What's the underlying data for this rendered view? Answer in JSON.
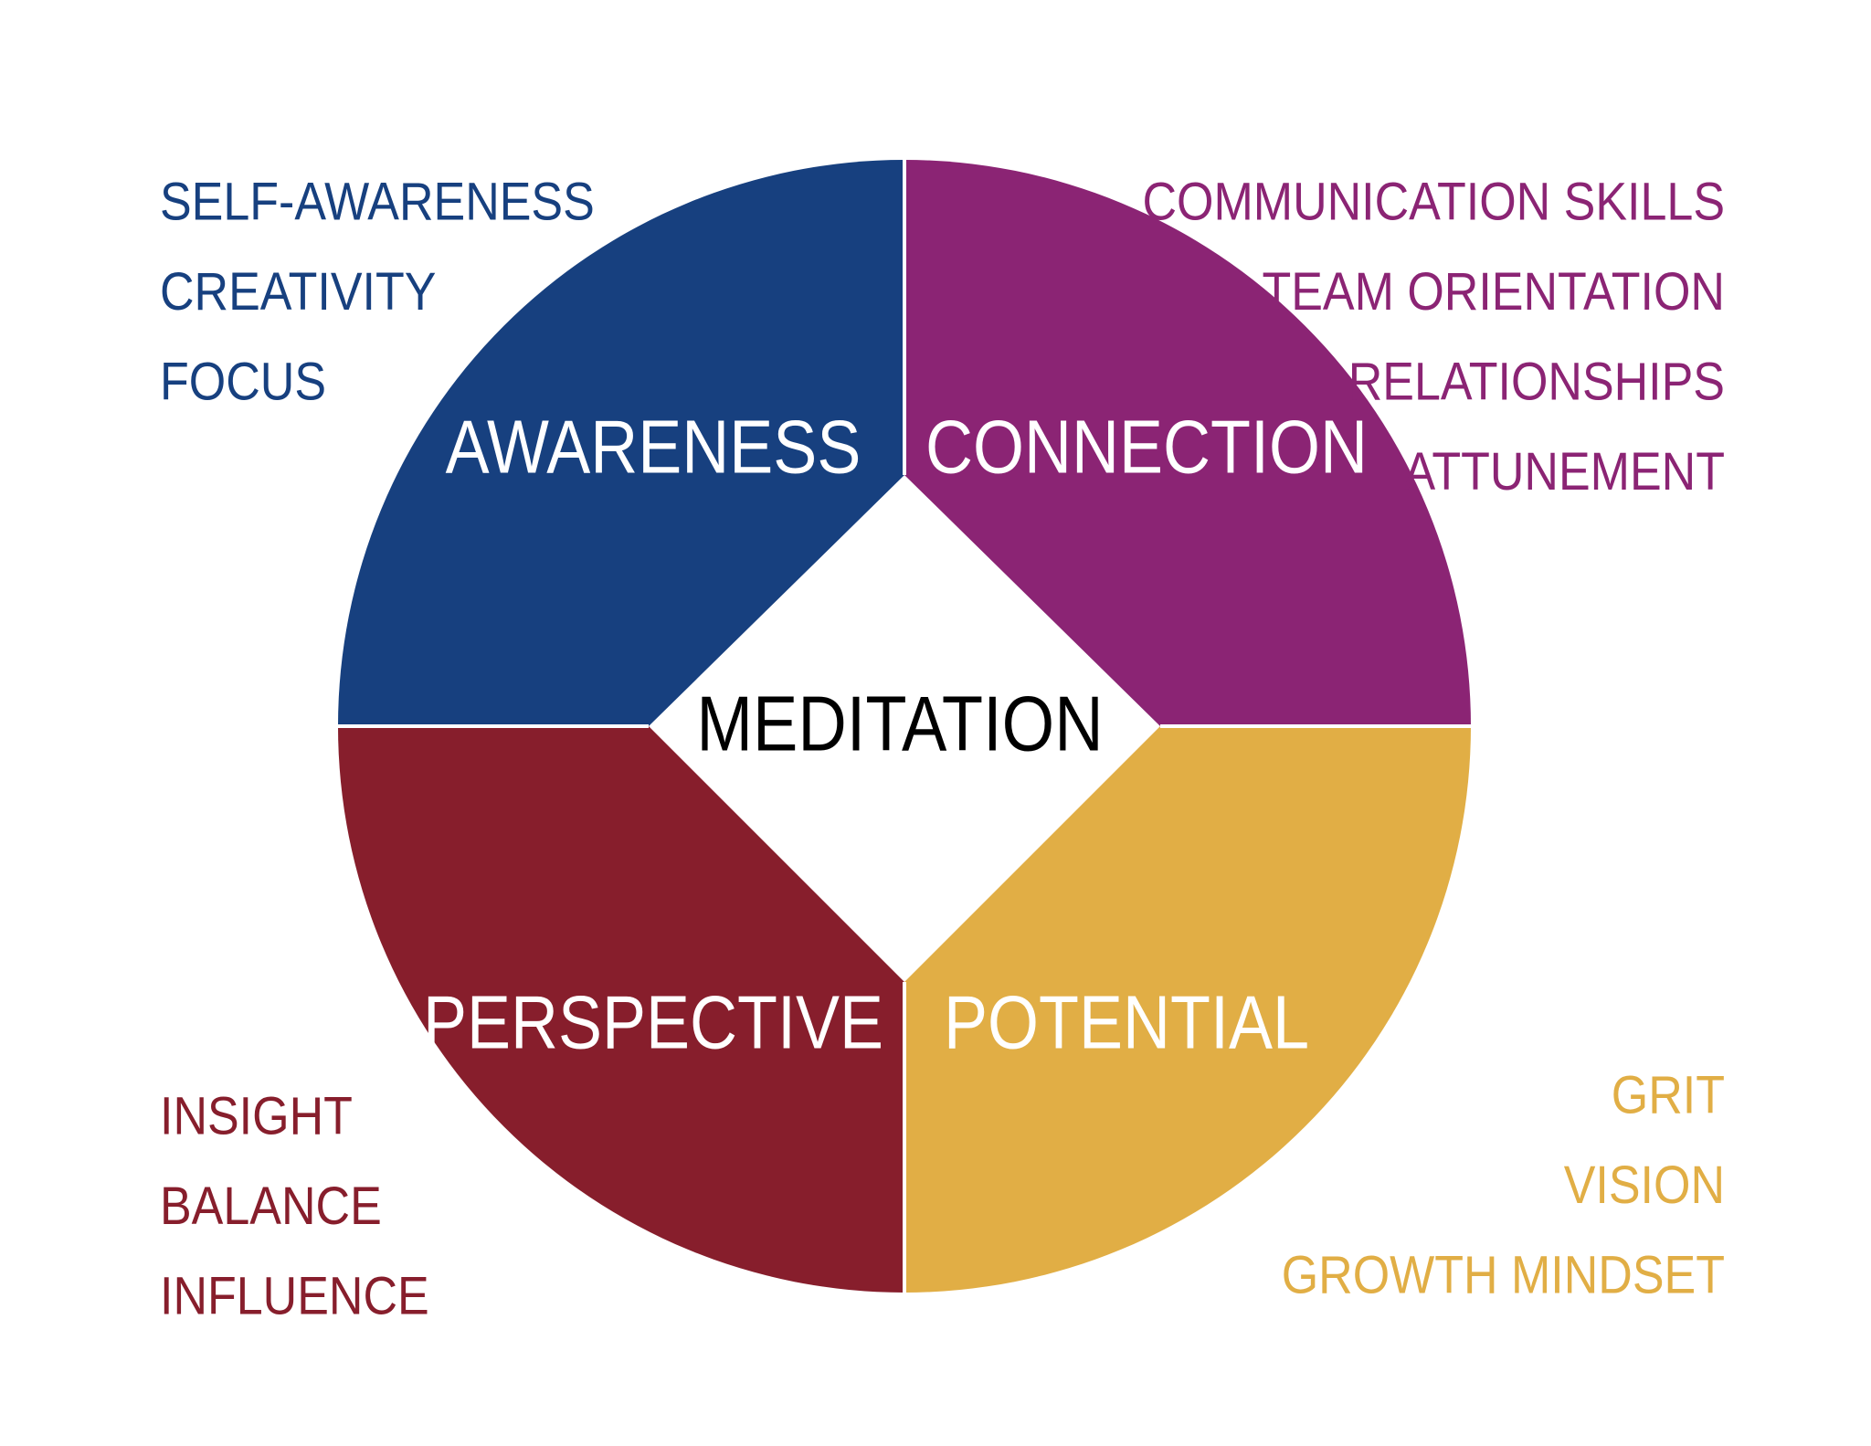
{
  "colors": {
    "awareness": "#17407f",
    "connection": "#8b2474",
    "perspective": "#871e2c",
    "potential": "#e1ae45",
    "center_text": "#000000",
    "background": "#ffffff"
  },
  "center": {
    "label": "MEDITATION"
  },
  "quadrants": {
    "awareness": {
      "label": "AWARENESS",
      "items": [
        "SELF-AWARENESS",
        "CREATIVITY",
        "FOCUS"
      ]
    },
    "connection": {
      "label": "CONNECTION",
      "items": [
        "COMMUNICATION SKILLS",
        "TEAM ORIENTATION",
        "RELATIONSHIPS",
        "ATTUNEMENT"
      ]
    },
    "perspective": {
      "label": "PERSPECTIVE",
      "items": [
        "INSIGHT",
        "BALANCE",
        "INFLUENCE"
      ]
    },
    "potential": {
      "label": "POTENTIAL",
      "items": [
        "GRIT",
        "VISION",
        "GROWTH MINDSET"
      ]
    }
  }
}
